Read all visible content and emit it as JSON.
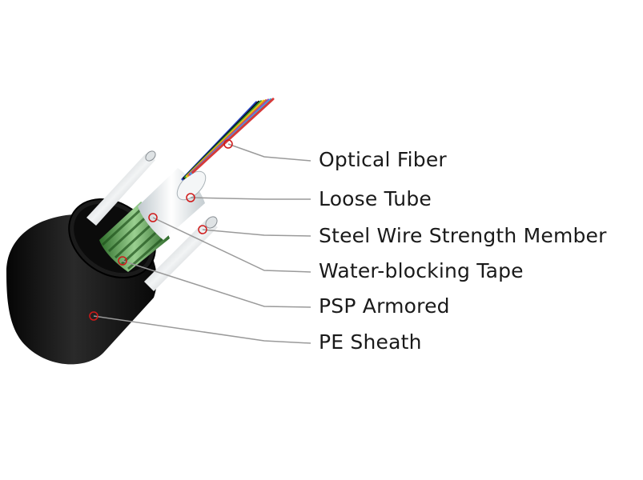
{
  "labels": [
    "Optical Fiber",
    "Loose Tube",
    "Steel Wire Strength Member",
    "Water-blocking Tape",
    "PSP Armored",
    "PE Sheath"
  ],
  "colors": {
    "sheath": "#0d0d0d",
    "armor": "#3f8a3a",
    "tube": "#e6ecef",
    "steel": "#b8bec2",
    "leader": "#9a9a9a",
    "marker": "#d01919",
    "fibers": [
      "#1e3fbf",
      "#111111",
      "#2f9a3a",
      "#f0c419",
      "#d9861c",
      "#a23fb5",
      "#3fa9e0",
      "#d63a3a"
    ]
  }
}
